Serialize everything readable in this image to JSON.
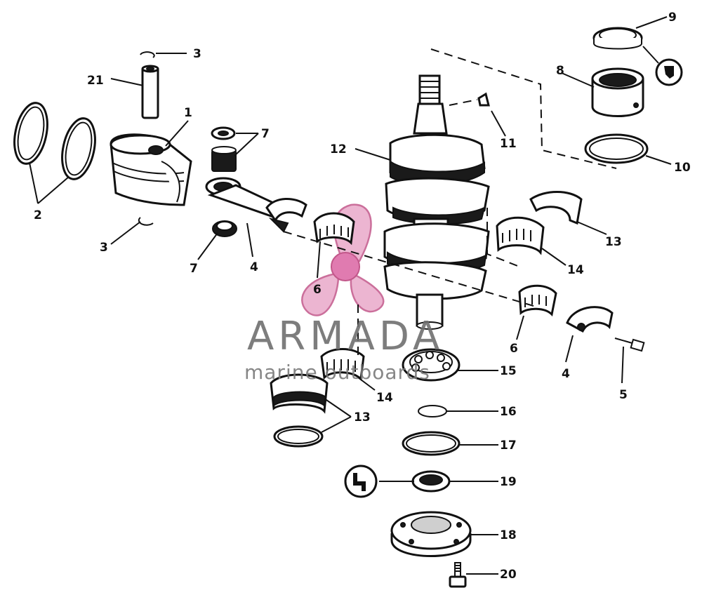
{
  "callouts": [
    {
      "id": "c1",
      "text": "1"
    },
    {
      "id": "c2",
      "text": "2"
    },
    {
      "id": "c3a",
      "text": "3"
    },
    {
      "id": "c3b",
      "text": "3"
    },
    {
      "id": "c4a",
      "text": "4"
    },
    {
      "id": "c4b",
      "text": "4"
    },
    {
      "id": "c5",
      "text": "5"
    },
    {
      "id": "c6a",
      "text": "6"
    },
    {
      "id": "c6b",
      "text": "6"
    },
    {
      "id": "c7a",
      "text": "7"
    },
    {
      "id": "c7b",
      "text": "7"
    },
    {
      "id": "c8",
      "text": "8"
    },
    {
      "id": "c9",
      "text": "9"
    },
    {
      "id": "c10",
      "text": "10"
    },
    {
      "id": "c11",
      "text": "11"
    },
    {
      "id": "c12",
      "text": "12"
    },
    {
      "id": "c13a",
      "text": "13"
    },
    {
      "id": "c13b",
      "text": "13"
    },
    {
      "id": "c14a",
      "text": "14"
    },
    {
      "id": "c14b",
      "text": "14"
    },
    {
      "id": "c15",
      "text": "15"
    },
    {
      "id": "c16",
      "text": "16"
    },
    {
      "id": "c17",
      "text": "17"
    },
    {
      "id": "c18",
      "text": "18"
    },
    {
      "id": "c19",
      "text": "19"
    },
    {
      "id": "c20",
      "text": "20"
    },
    {
      "id": "c21",
      "text": "21"
    }
  ],
  "watermark": {
    "title": "ARMADA",
    "subtitle": "marine outboards",
    "colors": {
      "propeller": "#e9a9c9",
      "propeller_hub": "#e07bb0",
      "text": "#6f6f6f"
    }
  },
  "icons": [
    "loctite-icon",
    "grease-icon"
  ]
}
